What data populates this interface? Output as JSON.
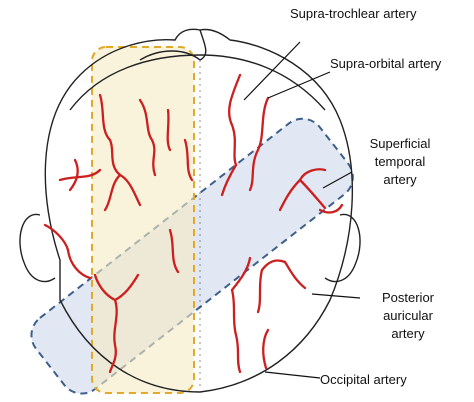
{
  "labels": {
    "supratrochlear": "Supra-trochlear artery",
    "supraorbital": "Supra-orbital artery",
    "superficial_temporal": [
      "Superficial",
      "temporal",
      "artery"
    ],
    "posterior_auricular": [
      "Posterior",
      "auricular",
      "artery"
    ],
    "occipital": "Occipital artery"
  },
  "colors": {
    "artery": "#cc1f1f",
    "outline": "#222222",
    "vertical_region_fill": "#f6ebc4",
    "vertical_region_stroke": "#e0a92a",
    "diagonal_region_fill": "#c9d3ea",
    "diagonal_region_stroke": "#3d5f8a",
    "leader_line": "#111111"
  }
}
